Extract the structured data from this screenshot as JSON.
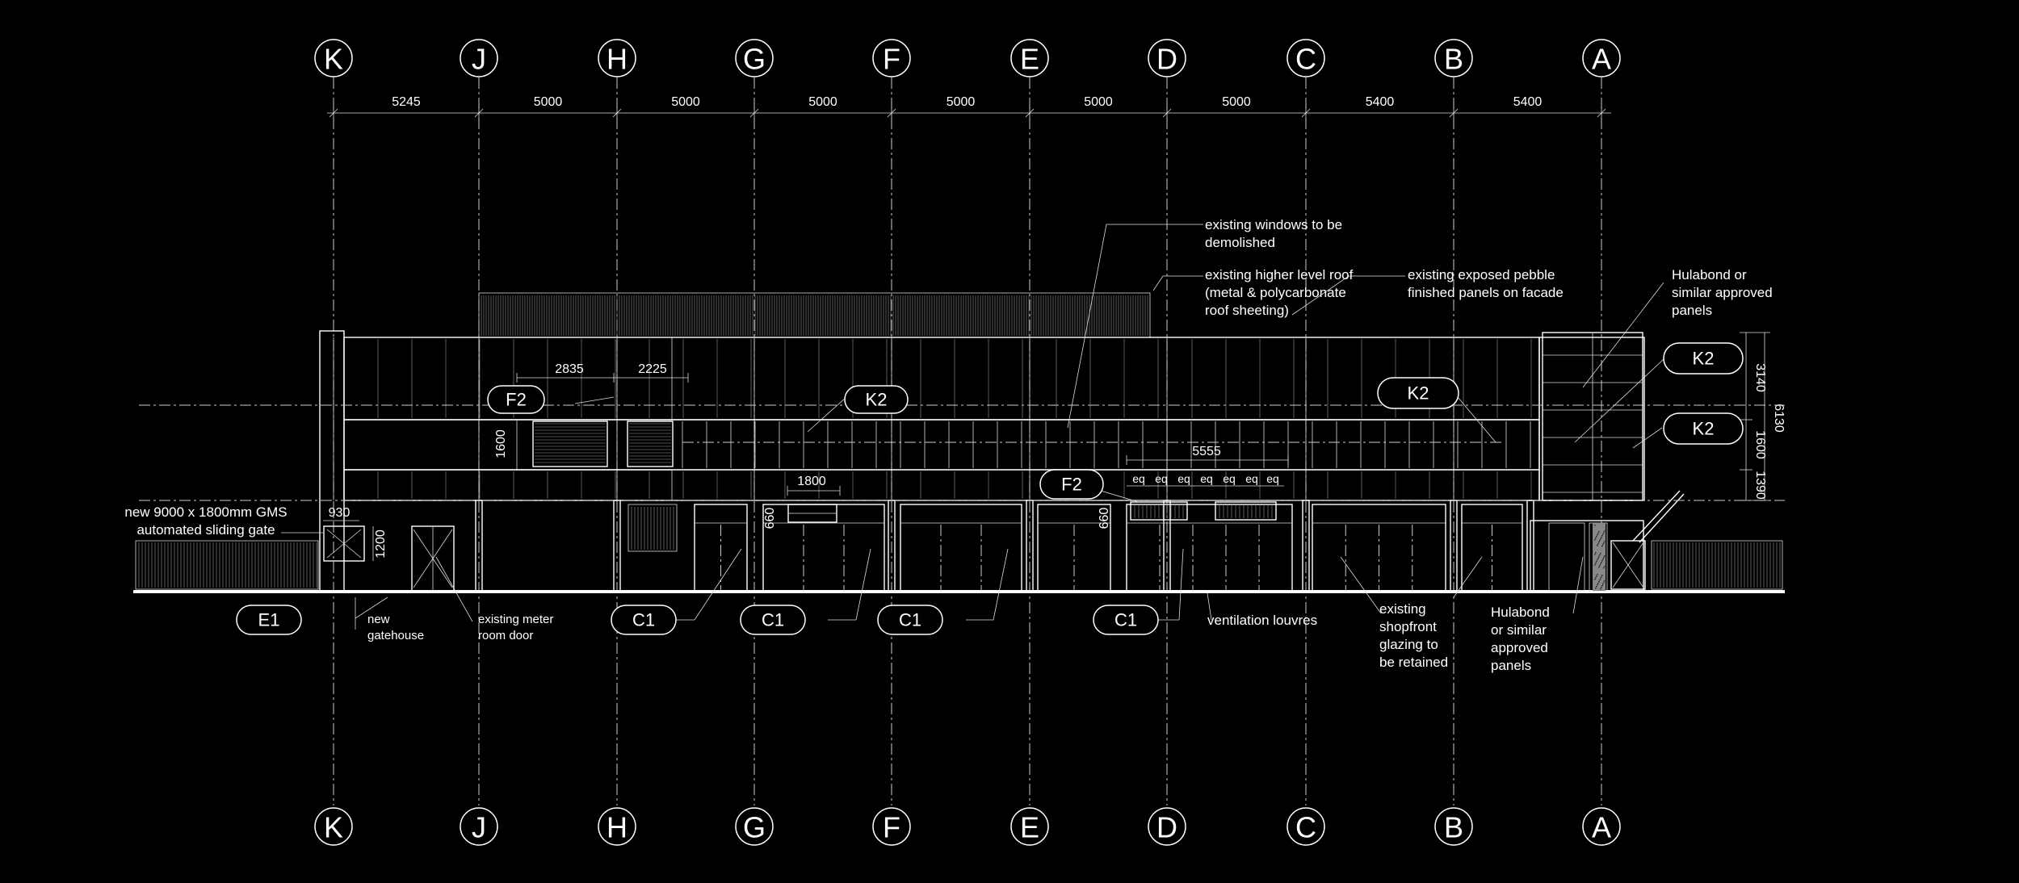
{
  "grid": {
    "labels": [
      "K",
      "J",
      "H",
      "G",
      "F",
      "E",
      "D",
      "C",
      "B",
      "A"
    ],
    "spacings": [
      "5245",
      "5000",
      "5000",
      "5000",
      "5000",
      "5000",
      "5000",
      "5400",
      "5400"
    ]
  },
  "dims": {
    "d2835": "2835",
    "d2225": "2225",
    "d1600": "1600",
    "d1800": "1800",
    "d930": "930",
    "d1200": "1200",
    "d5555": "5555",
    "d660a": "660",
    "d660b": "660",
    "d3140": "3140",
    "d1600r": "1600",
    "d1390": "1390",
    "d6130": "6130",
    "eq": [
      "eq",
      "eq",
      "eq",
      "eq",
      "eq",
      "eq",
      "eq"
    ]
  },
  "tags": {
    "f2_upper": "F2",
    "k2_mid": "K2",
    "k2_right1": "K2",
    "k2_right2": "K2",
    "k2_right3": "K2",
    "f2_lower": "F2",
    "e1": "E1",
    "c1_1": "C1",
    "c1_2": "C1",
    "c1_3": "C1",
    "c1_4": "C1"
  },
  "notes": {
    "windows_demolished": [
      "existing windows to be",
      "demolished"
    ],
    "higher_roof": [
      "existing higher level roof",
      "(metal & polycarbonate",
      "roof sheeting)"
    ],
    "pebble_panels": [
      "existing exposed pebble",
      "finished panels on facade"
    ],
    "hulabond_top": [
      "Hulabond or",
      "similar approved",
      "panels"
    ],
    "sliding_gate": [
      "new 9000 x 1800mm GMS",
      "automated sliding gate"
    ],
    "gatehouse": [
      "new",
      "gatehouse"
    ],
    "meter_door": [
      "existing meter",
      "room door"
    ],
    "ventilation": [
      "ventilation louvres"
    ],
    "shopfront": [
      "existing",
      "shopfront",
      "glazing to",
      "be retained"
    ],
    "hulabond_bottom": [
      "Hulabond",
      "or similar",
      "approved",
      "panels"
    ]
  },
  "colors": {
    "background": "#000000",
    "linework": "#ffffff"
  }
}
